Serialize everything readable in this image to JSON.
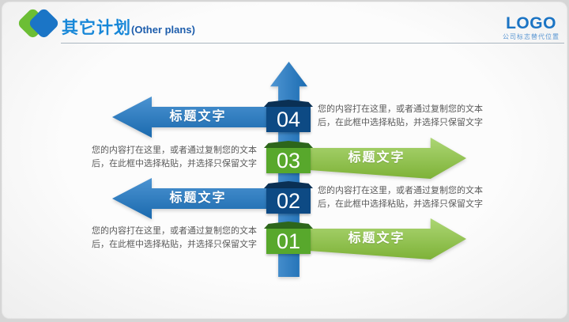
{
  "slide": {
    "header": {
      "title_cn": "其它计划",
      "title_en": "(Other plans)",
      "logo_text": "LOGO",
      "logo_subtext": "公司标志替代位置"
    },
    "diagram": {
      "rows": [
        {
          "number": "04",
          "side": "left",
          "theme": "blue",
          "title": "标题文字",
          "desc_lines": [
            "您的内容打在这里，或者通过复制您的文本",
            "后，在此框中选择粘贴，并选择只保留文字"
          ]
        },
        {
          "number": "03",
          "side": "right",
          "theme": "green",
          "title": "标题文字",
          "desc_lines": [
            "您的内容打在这里，或者通过复制您的文本",
            "后，在此框中选择粘贴，并选择只保留文字"
          ]
        },
        {
          "number": "02",
          "side": "left",
          "theme": "blue",
          "title": "标题文字",
          "desc_lines": [
            "您的内容打在这里，或者通过复制您的文本",
            "后，在此框中选择粘贴，并选择只保留文字"
          ]
        },
        {
          "number": "01",
          "side": "right",
          "theme": "green",
          "title": "标题文字",
          "desc_lines": [
            "您的内容打在这里，或者通过复制您的文本",
            "后，在此框中选择粘贴，并选择只保留文字"
          ]
        }
      ]
    },
    "colors": {
      "blue_arrow": "#1e78c6",
      "blue_box": "#0d4a84",
      "blue_roof": "#0a3054",
      "green_arrow": "#8cc63e",
      "green_box": "#58a82c",
      "green_roof": "#2d661b",
      "title_blue": "#1787d8",
      "title_en_blue": "#1d5dac",
      "logo_green": "#6cbe35",
      "logo_blue": "#1b75c6",
      "logo_text_blue": "#1b74c4",
      "logo_sub_blue": "#5a96d2",
      "desc_gray": "#5a5a5a",
      "divider": "#aab6c0"
    }
  }
}
